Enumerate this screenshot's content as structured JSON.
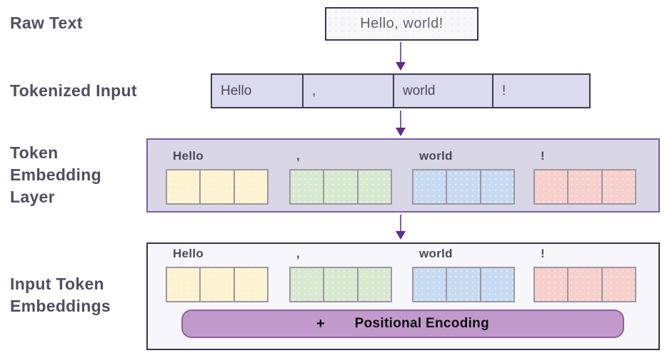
{
  "colors": {
    "accent_arrow": "#5b2d8e",
    "stage_label_text": "#534d60",
    "dark_border": "#39344a",
    "tokenized_bg": "#dcdaee",
    "embed_container_bg": "#d9d7e6",
    "embed_container_border": "#7a5ca5",
    "input_container_bg": "#f7f6fa",
    "token_yellow": "#fdf3d0",
    "token_green": "#d7e9d0",
    "token_blue": "#c8dbf2",
    "token_pink": "#f7cfcb",
    "positional_bg": "#c299cb",
    "positional_border": "#8d61a2"
  },
  "rows": {
    "raw": {
      "label": "Raw Text",
      "value": "Hello, world!"
    },
    "tokenized": {
      "label": "Tokenized Input",
      "tokens": [
        "Hello",
        ",",
        "world",
        "!"
      ]
    },
    "embedding": {
      "label": "Token Embedding Layer",
      "tokens": [
        "Hello",
        ",",
        "world",
        "!"
      ],
      "cells_per_token": 3
    },
    "input": {
      "label": "Input Token Embeddings",
      "tokens": [
        "Hello",
        ",",
        "world",
        "!"
      ],
      "cells_per_token": 3,
      "plus": "+",
      "positional": "Positional Encoding"
    }
  }
}
